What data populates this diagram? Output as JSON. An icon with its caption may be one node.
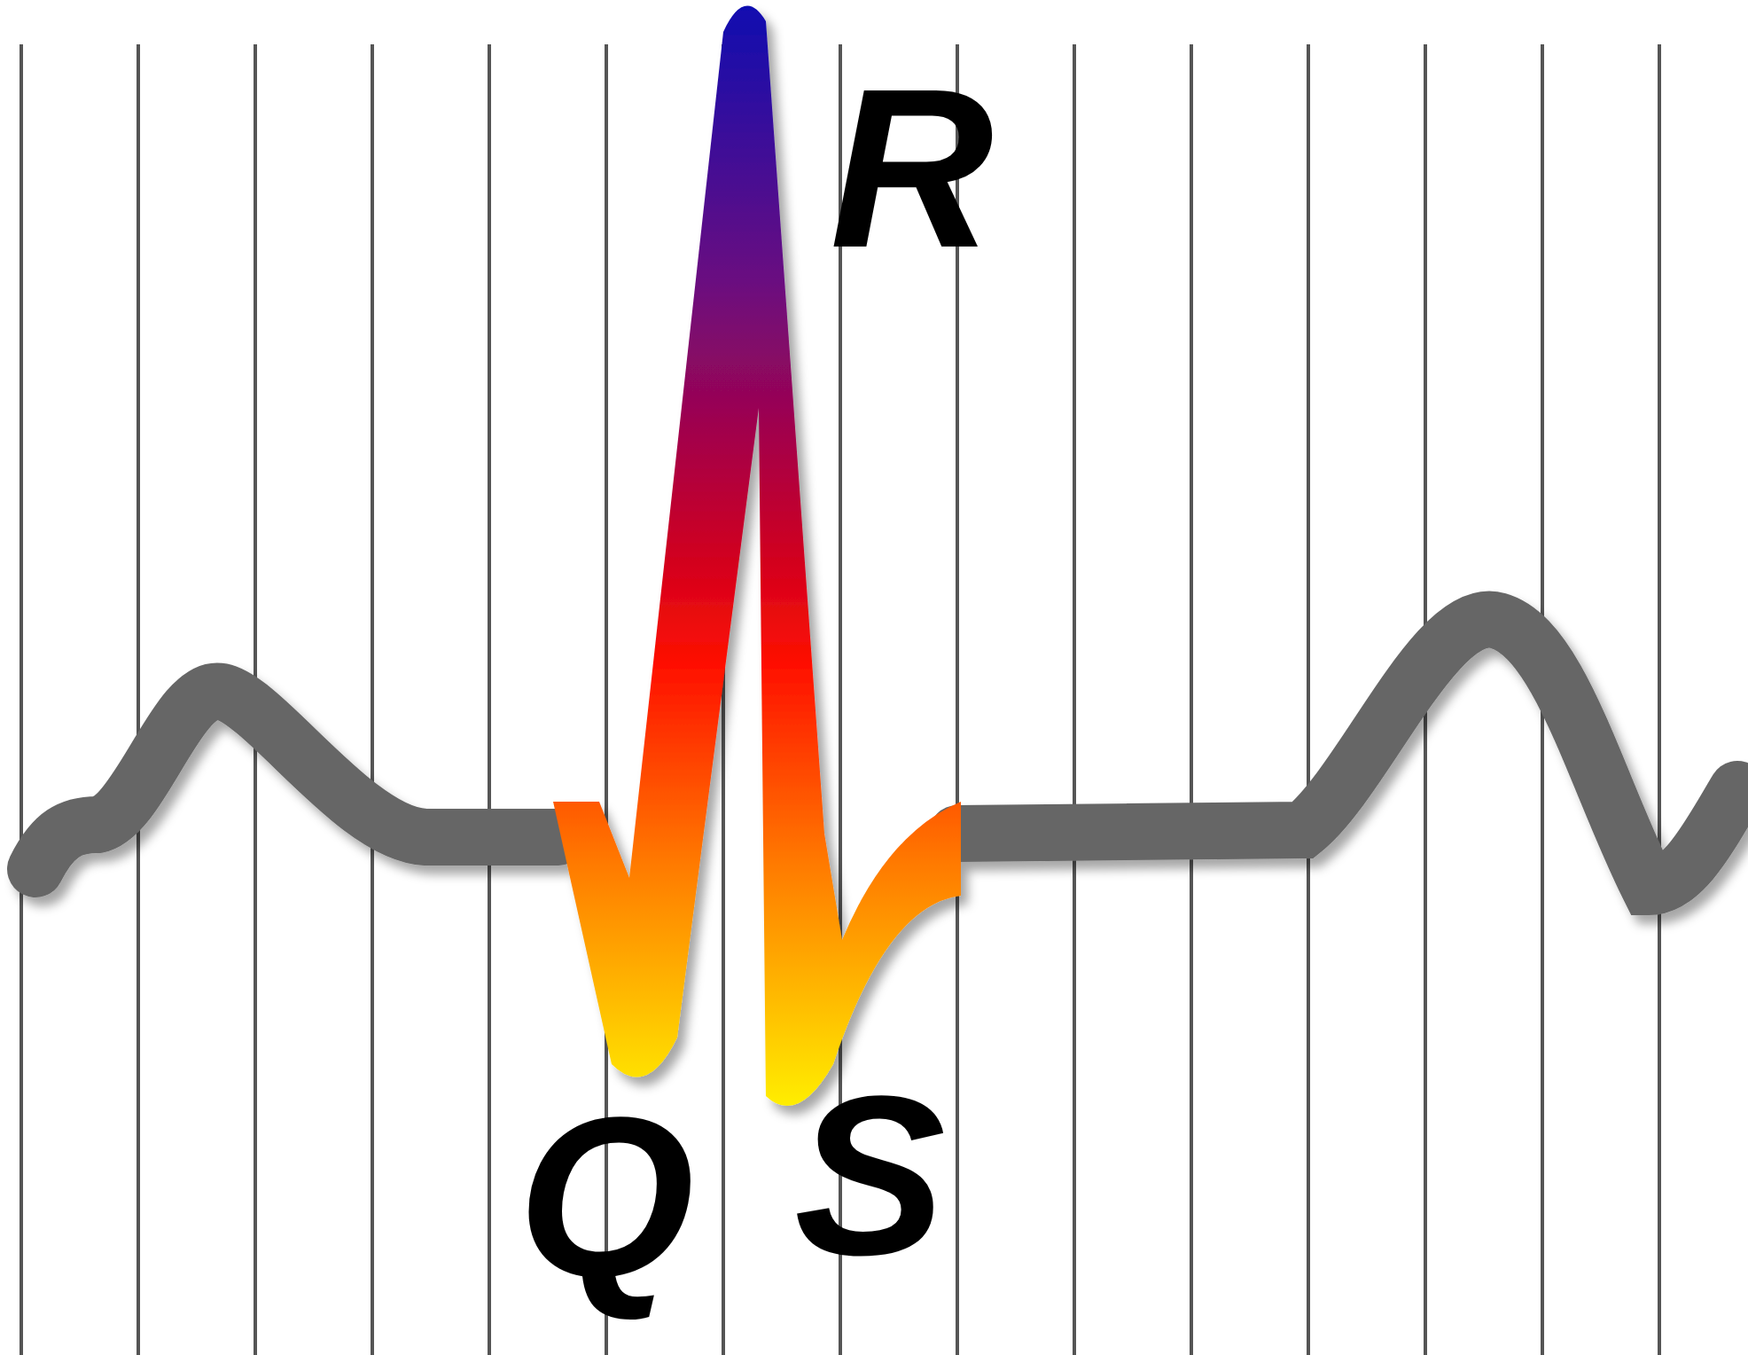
{
  "diagram": {
    "labels": [
      "R",
      "Q",
      "S"
    ]
  }
}
